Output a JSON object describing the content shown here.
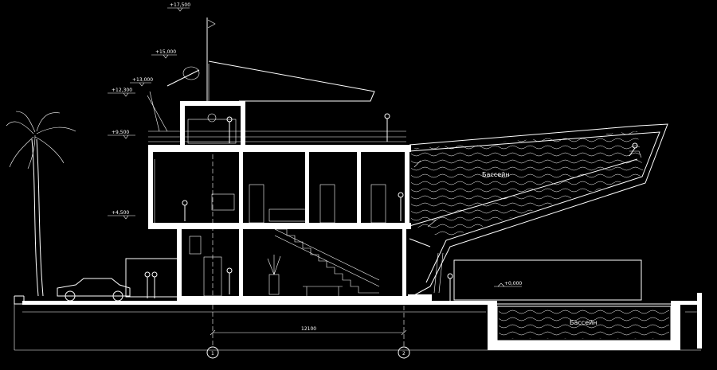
{
  "levels": {
    "l17500": "+17,500",
    "l15000": "+15,000",
    "l13000": "+13,000",
    "l12300": "+12,300",
    "l9500": "+9,500",
    "l4500": "+4,500",
    "l0000": "+0,000"
  },
  "labels": {
    "pool_upper": "Бассейн",
    "pool_lower": "Бассейн",
    "dimension": "12100",
    "axis_1": "1",
    "axis_2": "2"
  },
  "colors": {
    "background": "#000000",
    "line": "#ffffff"
  }
}
